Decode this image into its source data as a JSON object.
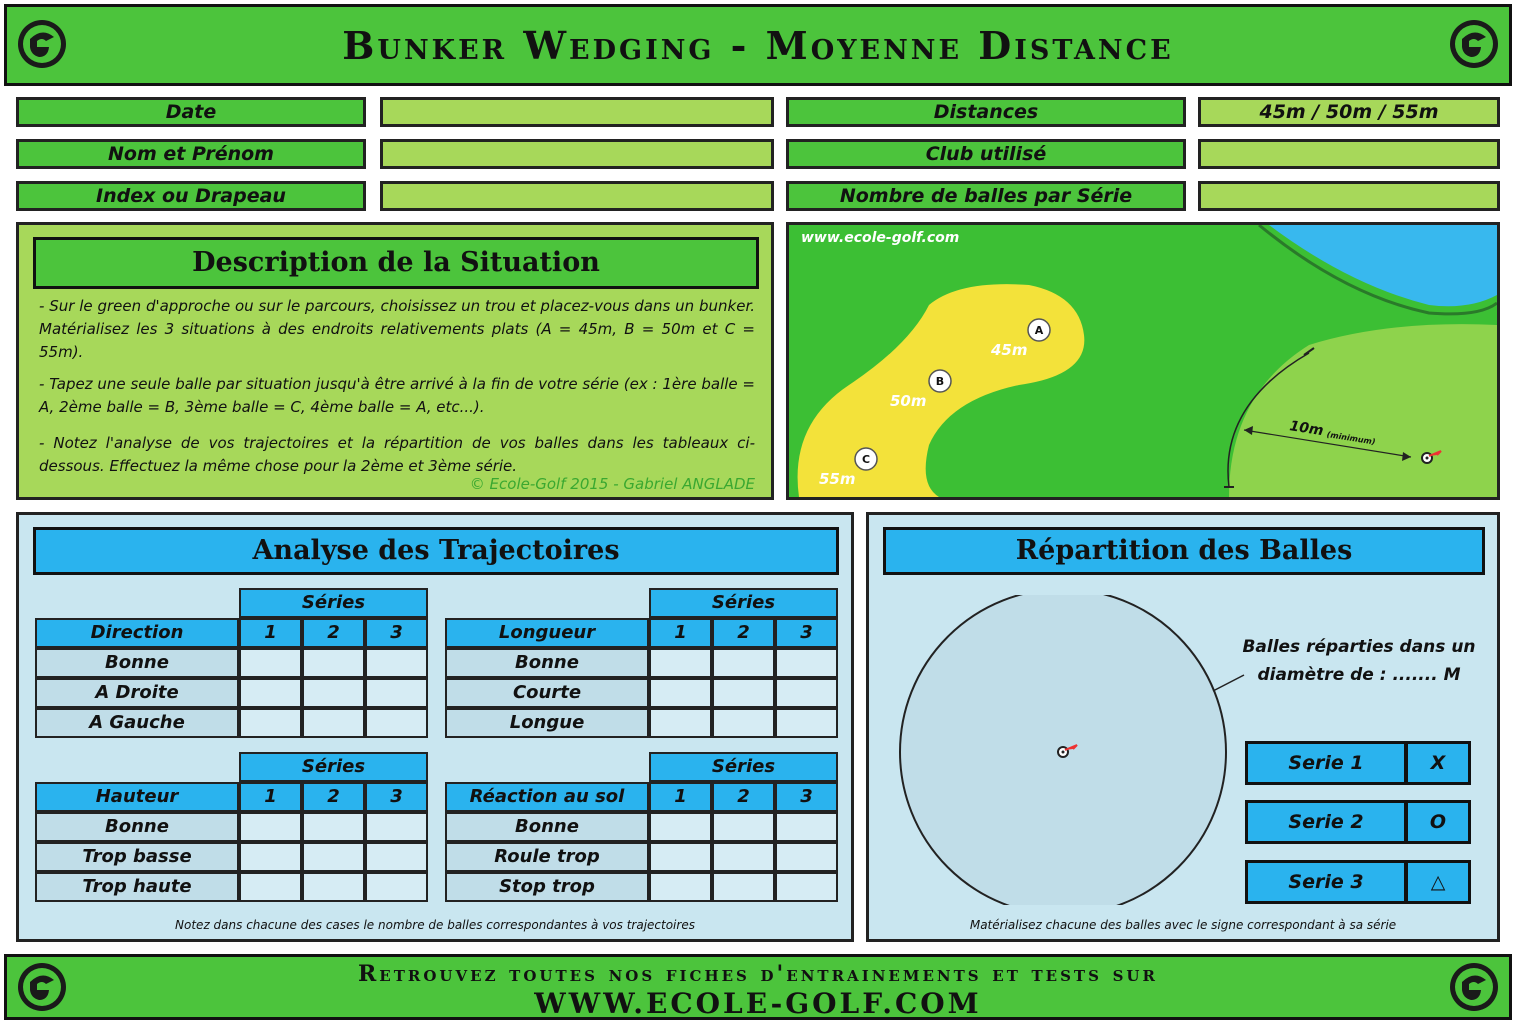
{
  "header": {
    "title": "Bunker Wedging - Moyenne Distance"
  },
  "info": {
    "left_labels": [
      "Date",
      "Nom et Prénom",
      "Index ou Drapeau"
    ],
    "right_labels": [
      "Distances",
      "Club utilisé",
      "Nombre de balles par Série"
    ],
    "distances_value": "45m / 50m / 55m"
  },
  "description": {
    "title": "Description de la Situation",
    "paragraphs": [
      "- Sur le green d'approche ou sur le parcours, choisissez un trou et placez-vous dans un bunker. Matérialisez les 3 situations à des endroits relativements plats (A = 45m, B = 50m et C = 55m).",
      "- Tapez une seule balle par situation jusqu'à être arrivé à la fin de votre série (ex : 1ère balle = A, 2ème balle = B, 3ème balle = C, 4ème balle = A, etc...).",
      "- Notez l'analyse de vos trajectoires et la répartition de vos balles dans les tableaux ci-dessous. Effectuez la même chose pour la 2ème et 3ème série."
    ],
    "copyright": "© Ecole-Golf 2015 - Gabriel ANGLADE"
  },
  "map": {
    "url": "www.ecole-golf.com",
    "points": [
      {
        "marker": "A",
        "distance": "45m"
      },
      {
        "marker": "B",
        "distance": "50m"
      },
      {
        "marker": "C",
        "distance": "55m"
      }
    ],
    "measure": "10m",
    "measure_note": "(minimum)"
  },
  "analyse": {
    "title": "Analyse des Trajectoires",
    "series_label": "Séries",
    "series_numbers": [
      "1",
      "2",
      "3"
    ],
    "tables": [
      {
        "header": "Direction",
        "rows": [
          "Bonne",
          "A Droite",
          "A Gauche"
        ]
      },
      {
        "header": "Longueur",
        "rows": [
          "Bonne",
          "Courte",
          "Longue"
        ]
      },
      {
        "header": "Hauteur",
        "rows": [
          "Bonne",
          "Trop basse",
          "Trop haute"
        ]
      },
      {
        "header": "Réaction au sol",
        "rows": [
          "Bonne",
          "Roule trop",
          "Stop trop"
        ]
      }
    ],
    "note": "Notez dans chacune des cases le nombre de balles correspondantes à vos trajectoires"
  },
  "repartition": {
    "title": "Répartition des Balles",
    "text_line1": "Balles réparties dans un",
    "text_line2": "diamètre de : ....... M",
    "series": [
      {
        "label": "Serie 1",
        "symbol": "X"
      },
      {
        "label": "Serie 2",
        "symbol": "O"
      },
      {
        "label": "Serie 3",
        "symbol": "△"
      }
    ],
    "note": "Matérialisez chacune des balles avec le signe correspondant à sa série"
  },
  "footer": {
    "line1": "Retrouvez toutes nos fiches d'entrainements et tests sur",
    "line2": "WWW.ECOLE-GOLF.COM"
  },
  "colors": {
    "green": "#4cc43c",
    "lime": "#a7d85a",
    "blue": "#2ab3ee",
    "light_blue": "#c9e6f0",
    "sand": "#f3e23a",
    "water": "#38b8ee"
  },
  "icons": [
    "ecole-golf-logo-icon",
    "hole-flag-icon"
  ]
}
